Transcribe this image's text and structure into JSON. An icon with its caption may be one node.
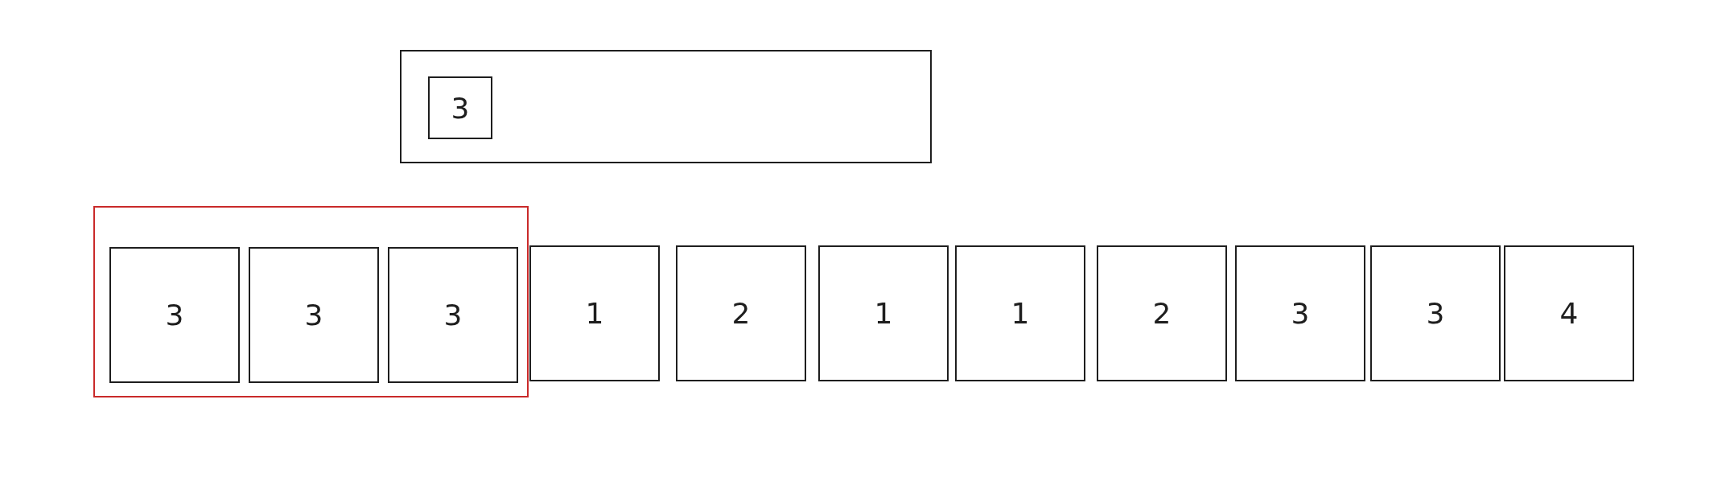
{
  "diagram": {
    "nodes": [
      {
        "text": [],
        "shape": "box"
      },
      {
        "text": [
          "3"
        ],
        "in": 0
      },
      {
        "text": [],
        "shape": "box"
      },
      {
        "text": [
          "3"
        ],
        "in": 2
      },
      {
        "text": [
          "3"
        ],
        "in": 2
      },
      {
        "text": [
          "3"
        ],
        "in": 2
      },
      {
        "text": [
          "1"
        ]
      },
      {
        "text": [
          "2"
        ]
      },
      {
        "text": [
          "1"
        ]
      },
      {
        "text": [
          "1"
        ]
      },
      {
        "text": [
          "2"
        ]
      },
      {
        "text": [
          "3"
        ]
      },
      {
        "text": [
          "3"
        ]
      },
      {
        "text": [
          "4"
        ]
      }
    ]
  }
}
